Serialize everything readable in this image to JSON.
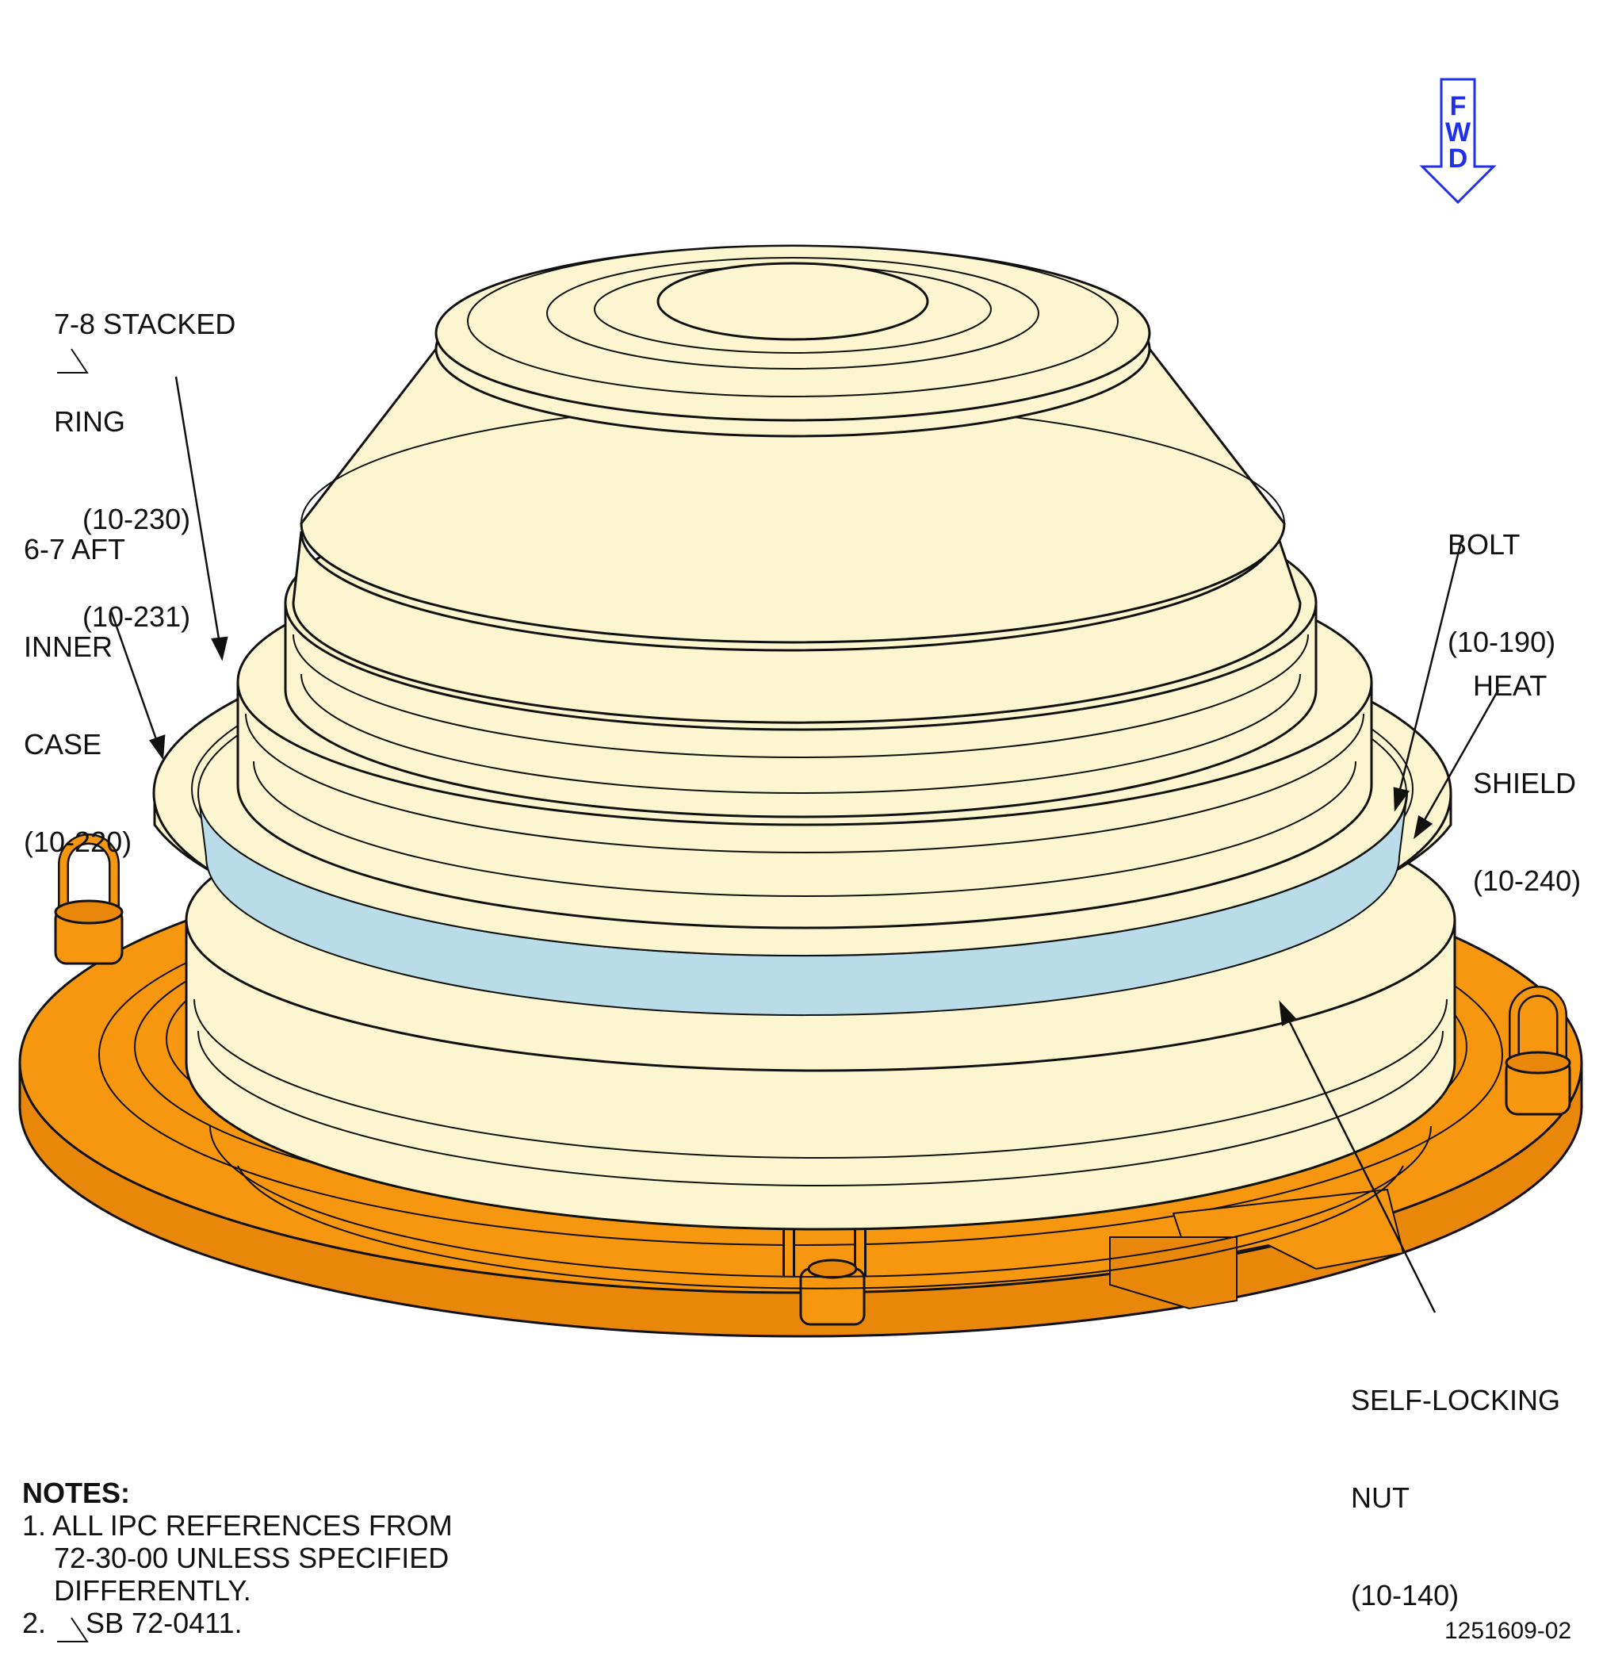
{
  "labels": {
    "stacked_ring": {
      "l1": "7-8 STACKED",
      "l2": "RING",
      "l3": "(10-230)",
      "l4": "(10-231)"
    },
    "inner_case": {
      "l1": "6-7 AFT",
      "l2": "INNER",
      "l3": "CASE",
      "l4": "(10-220)"
    },
    "bolt": {
      "l1": "BOLT",
      "l2": "(10-190)"
    },
    "heat_shield": {
      "l1": "HEAT",
      "l2": "SHIELD",
      "l3": "(10-240)"
    },
    "nut": {
      "l1": "SELF-LOCKING",
      "l2": "NUT",
      "l3": "(10-140)"
    }
  },
  "fwd": {
    "l1": "F",
    "l2": "W",
    "l3": "D"
  },
  "notes": {
    "title": "NOTES:",
    "n1a": "1. ALL IPC REFERENCES FROM",
    "n1b": "    72-30-00 UNLESS SPECIFIED",
    "n1c": "    DIFFERENTLY.",
    "n2": "2.     SB 72-0411."
  },
  "figure_number": "1251609-02",
  "colors": {
    "fixture": "#f7960f",
    "part": "#fbf6cf",
    "heat_shield": "#b9dce8",
    "fwd_arrow": "#1f2ff0"
  }
}
